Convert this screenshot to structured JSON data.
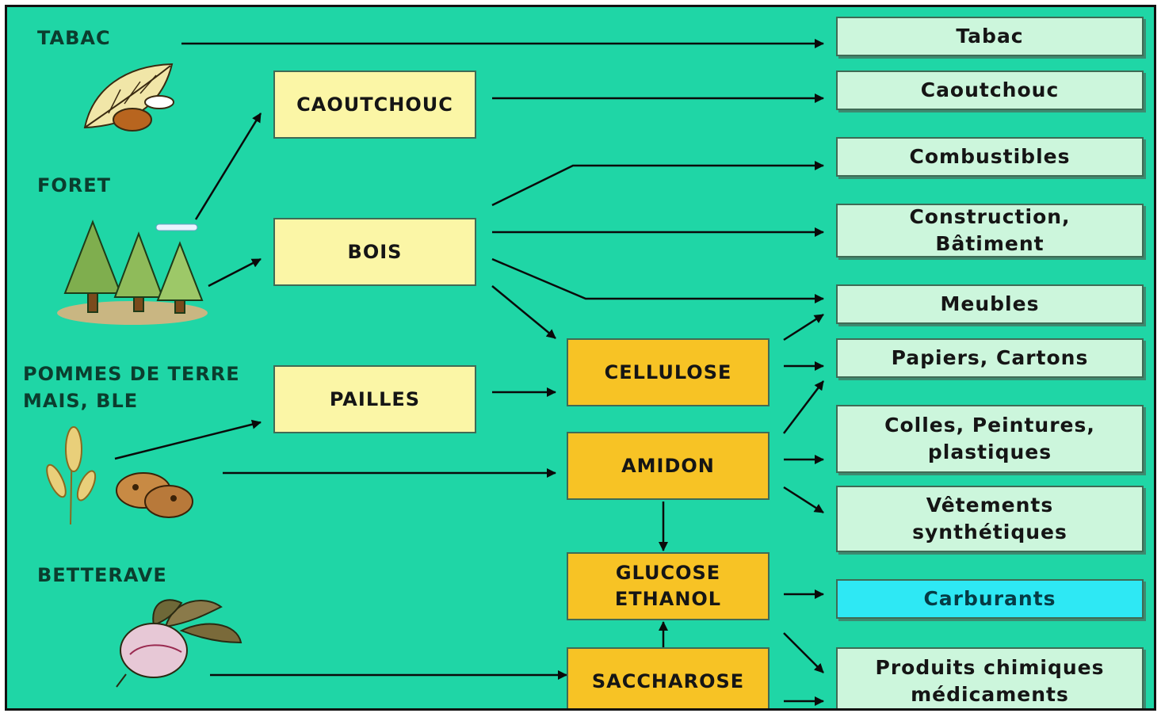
{
  "sources": {
    "tabac": "TABAC",
    "foret": "FORET",
    "pommes": "POMMES DE TERRE\nMAIS, BLE",
    "betterave": "BETTERAVE"
  },
  "intermediates": {
    "caoutchouc": "CAOUTCHOUC",
    "bois": "BOIS",
    "pailles": "PAILLES"
  },
  "processes": {
    "cellulose": "CELLULOSE",
    "amidon": "AMIDON",
    "glucose": "GLUCOSE\nETHANOL",
    "saccharose": "SACCHAROSE"
  },
  "outputs": {
    "tabac": "Tabac",
    "caoutchouc": "Caoutchouc",
    "combustibles": "Combustibles",
    "construction": "Construction,\nBâtiment",
    "meubles": "Meubles",
    "papiers": "Papiers, Cartons",
    "colles": "Colles, Peintures,\nplastiques",
    "vetements": "Vêtements\nsynthétiques",
    "carburants": "Carburants",
    "produits": "Produits chimiques\nmédicaments"
  },
  "icons": [
    "tobacco-leaf-icon",
    "forest-trees-icon",
    "wheat-icon",
    "potato-icon",
    "beetroot-icon"
  ],
  "colors": {
    "background": "#1fd6a6",
    "intermediate_box": "#fbf6a6",
    "process_box": "#f7c325",
    "output_box": "#ccf6dc",
    "highlight_box": "#2ee8f4"
  }
}
